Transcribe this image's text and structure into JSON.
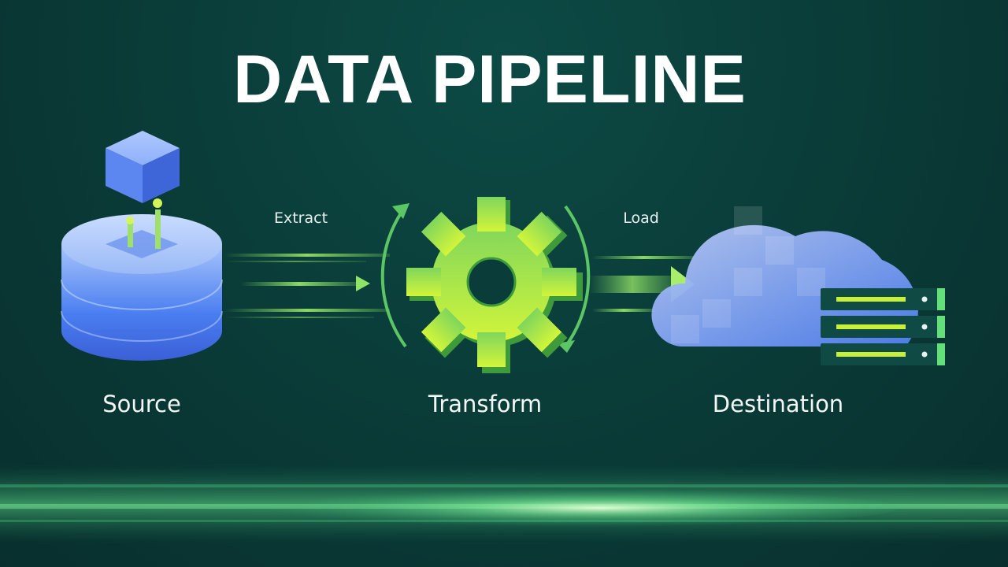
{
  "title": "DATA PIPELINE",
  "nodes": {
    "source": "Source",
    "transform": "Transform",
    "destination": "Destination"
  },
  "edges": {
    "extract": "Extract",
    "load": "Load"
  },
  "icons": {
    "source": "database-icon",
    "data_packet": "cube-icon",
    "transform": "gear-icon",
    "destination": "cloud-icon",
    "servers": "server-rack-icon"
  },
  "colors": {
    "background": "#0a3d39",
    "accent_green": "#7fdc5a",
    "lime": "#c8f03a",
    "blue": "#4f7ff0"
  }
}
